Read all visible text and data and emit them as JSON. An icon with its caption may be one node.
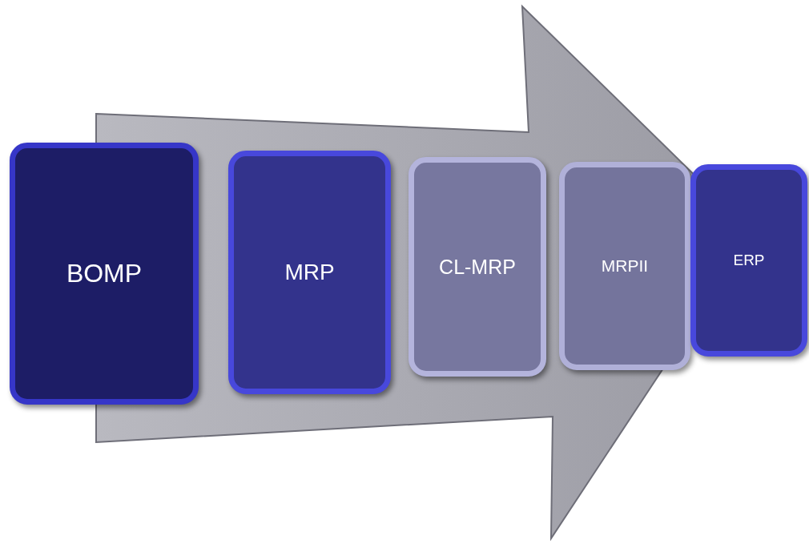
{
  "diagram": {
    "nodes": [
      {
        "text": [
          "BOMP"
        ]
      },
      {
        "text": [
          "MRP"
        ]
      },
      {
        "text": [
          "CL-MRP"
        ]
      },
      {
        "text": [
          "MRPII"
        ]
      },
      {
        "text": [
          "ERP"
        ]
      }
    ],
    "edges": [
      {
        "from": 0,
        "to": 4,
        "arrow": "to"
      }
    ]
  }
}
